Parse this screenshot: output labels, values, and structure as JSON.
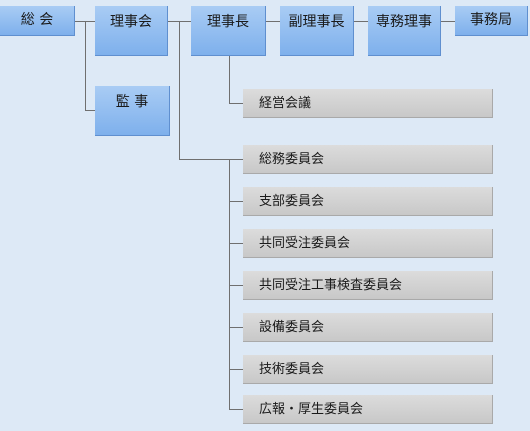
{
  "org_chart": {
    "nodes": [
      {
        "key": "soukai",
        "label": "総 会"
      },
      {
        "key": "rijikai",
        "label": "理事会"
      },
      {
        "key": "rijicho",
        "label": "理事長"
      },
      {
        "key": "fukurijicho",
        "label": "副理事長"
      },
      {
        "key": "senmuriji",
        "label": "専務理事"
      },
      {
        "key": "jimukyoku",
        "label": "事務局"
      },
      {
        "key": "kanji",
        "label": "監 事"
      }
    ],
    "committees": [
      {
        "key": "keiei",
        "label": "経営会議"
      },
      {
        "key": "somu",
        "label": "総務委員会"
      },
      {
        "key": "shibu",
        "label": "支部委員会"
      },
      {
        "key": "kyodo-juchu",
        "label": "共同受注委員会"
      },
      {
        "key": "kyodo-koji",
        "label": "共同受注工事検査委員会"
      },
      {
        "key": "setsubi",
        "label": "設備委員会"
      },
      {
        "key": "gijutsu",
        "label": "技術委員会"
      },
      {
        "key": "koho",
        "label": "広報・厚生委員会"
      }
    ]
  }
}
